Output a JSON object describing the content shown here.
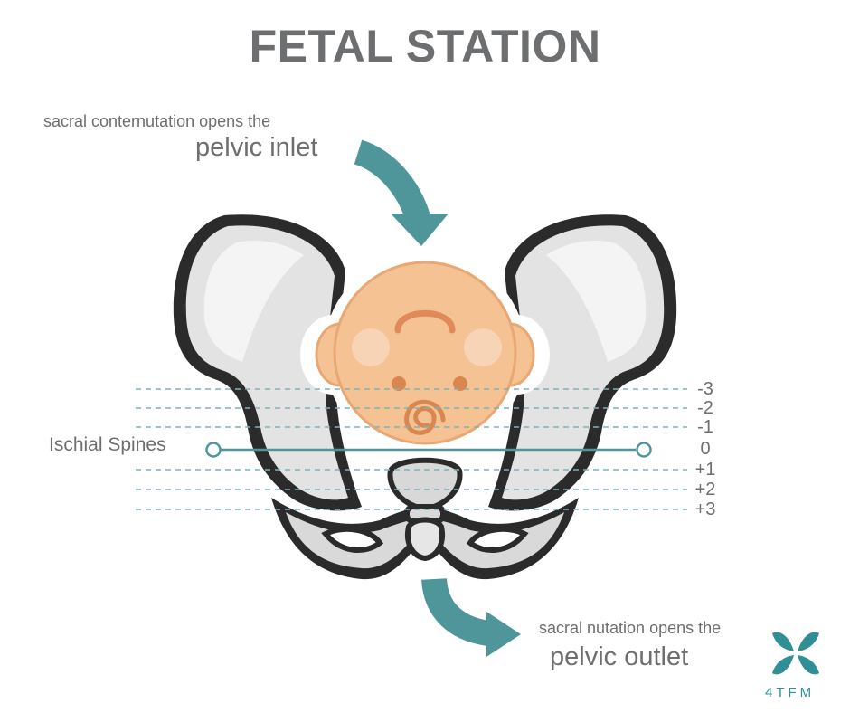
{
  "title": "FETAL STATION",
  "inlet": {
    "caption": "sacral conternutation opens the",
    "label": "pelvic inlet"
  },
  "outlet": {
    "caption": "sacral nutation opens the",
    "label": "pelvic outlet"
  },
  "ischial_label": "Ischial Spines",
  "stations": [
    "-3",
    "-2",
    "-1",
    "0",
    "+1",
    "+2",
    "+3"
  ],
  "brand": "4TFM",
  "colors": {
    "teal": "#4f969b",
    "text": "#6d6e70",
    "bone": "#e3e3e3",
    "outline": "#2b2b2b",
    "baby": "#f4c293"
  }
}
